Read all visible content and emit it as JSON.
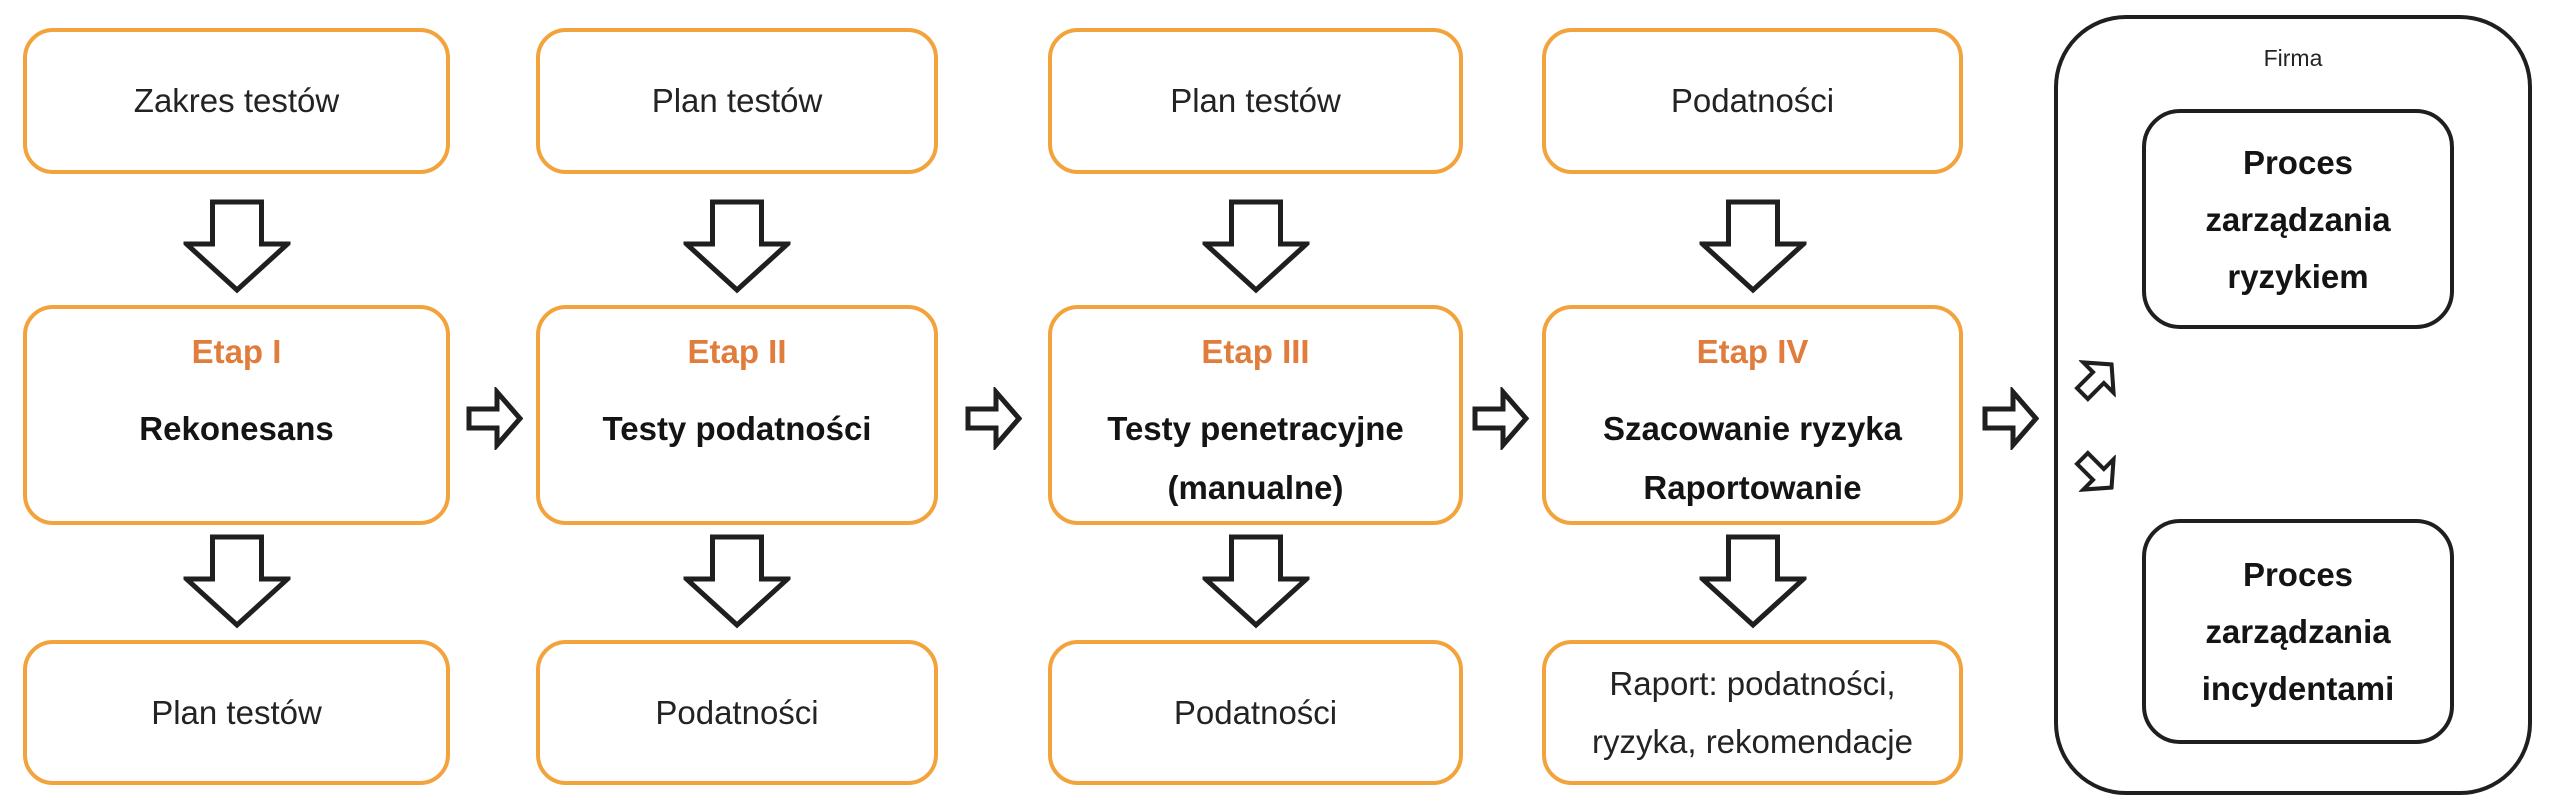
{
  "colors": {
    "box_border_orange": "#F2A33C",
    "stage_title_orange": "#E07C3C",
    "outline_black": "#1F1F1F",
    "background": "#FFFFFF"
  },
  "columns": [
    {
      "input": "Zakres testów",
      "stage_title": "Etap I",
      "stage_body": "Rekonesans",
      "output": "Plan testów"
    },
    {
      "input": "Plan testów",
      "stage_title": "Etap II",
      "stage_body": "Testy podatności",
      "output": "Podatności"
    },
    {
      "input": "Plan testów",
      "stage_title": "Etap III",
      "stage_body": "Testy penetracyjne\n(manualne)",
      "output": "Podatności"
    },
    {
      "input": "Podatności",
      "stage_title": "Etap IV",
      "stage_body": "Szacowanie ryzyka\nRaportowanie",
      "output": "Raport: podatności,\nryzyka, rekomendacje"
    }
  ],
  "company": {
    "title": "Firma",
    "process_risk": "Proces\nzarządzania\nryzykiem",
    "process_incident": "Proces\nzarządzania\nincydentami"
  },
  "icons": {
    "down_arrow": "outlined-block-arrow-down",
    "right_arrow": "outlined-block-arrow-right",
    "up_right_arrow": "outlined-block-arrow-up-right",
    "down_right_arrow": "outlined-block-arrow-down-right"
  }
}
